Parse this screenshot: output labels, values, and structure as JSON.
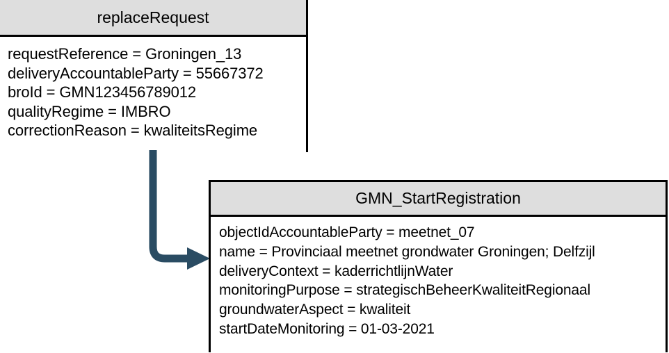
{
  "diagram": {
    "type": "uml-object-diagram",
    "background_color": "#ffffff",
    "border_color": "#000000",
    "header_fill_color": "#dedede",
    "arrow_color": "#2a4c63"
  },
  "boxes": [
    {
      "id": "replaceRequest",
      "title": "replaceRequest",
      "attributes": [
        "requestReference = Groningen_13",
        "deliveryAccountableParty = 55667372",
        "broId = GMN123456789012",
        "qualityRegime = IMBRO",
        "correctionReason = kwaliteitsRegime"
      ]
    },
    {
      "id": "GMN_StartRegistration",
      "title": "GMN_StartRegistration",
      "attributes": [
        "objectIdAccountableParty = meetnet_07",
        "name = Provinciaal meetnet grondwater Groningen; Delfzijl",
        "deliveryContext = kaderrichtlijnWater",
        "monitoringPurpose = strategischBeheerKwaliteitRegionaal",
        "groundwaterAspect = kwaliteit",
        "startDateMonitoring = 01-03-2021"
      ]
    }
  ],
  "connector": {
    "name": "elbow-arrow",
    "from": "replaceRequest",
    "to": "GMN_StartRegistration",
    "style": "solid",
    "arrowhead": "filled-triangle",
    "color": "#2a4c63"
  }
}
